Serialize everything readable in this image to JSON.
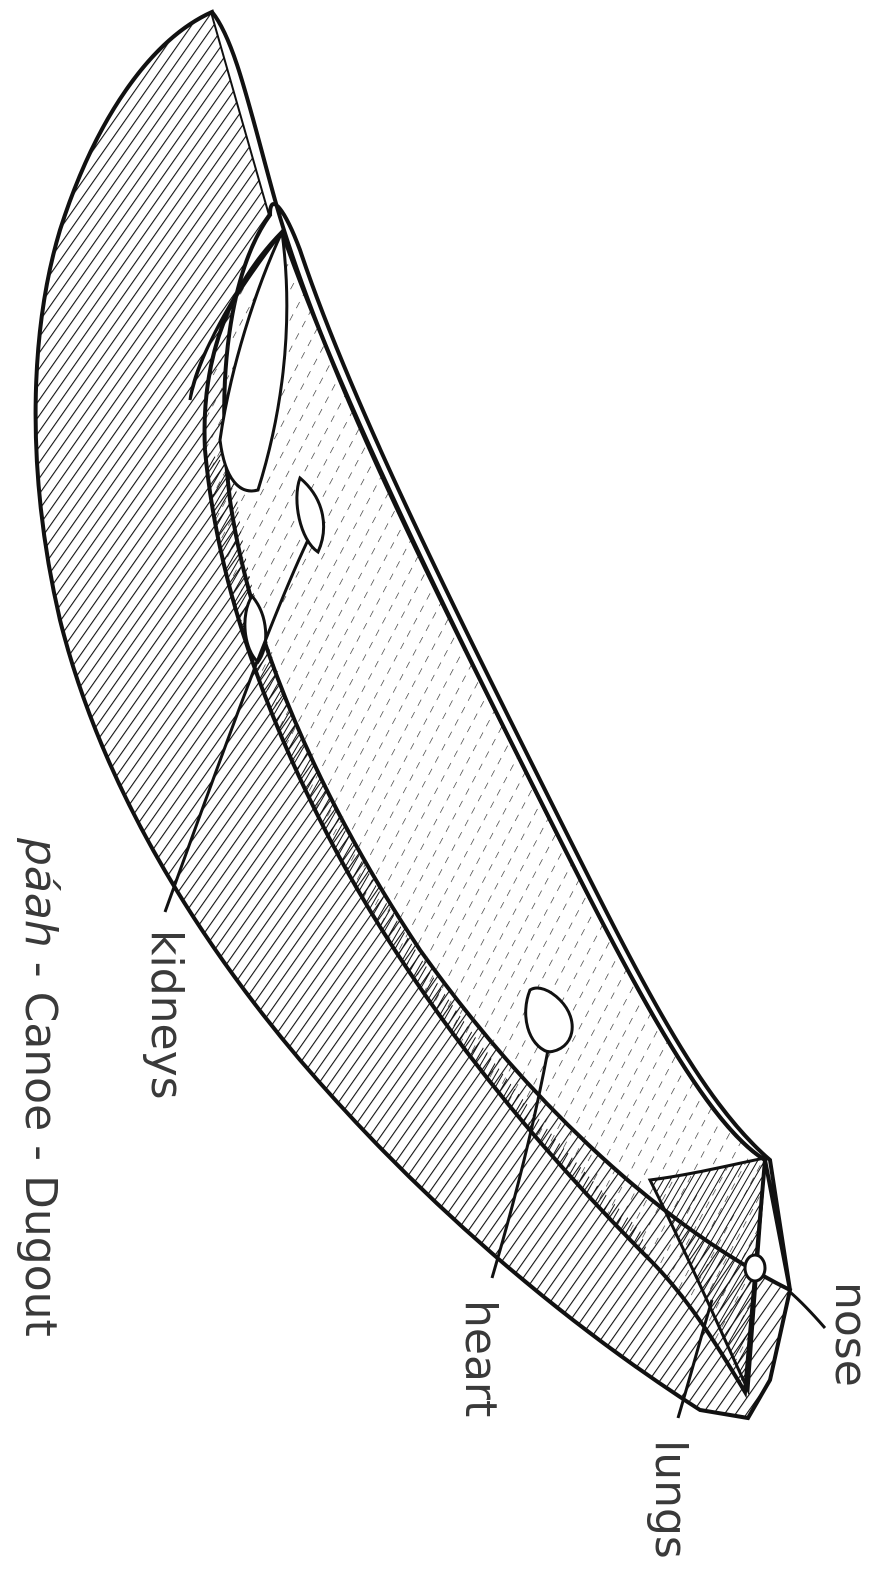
{
  "title": {
    "word": "páah",
    "rest": " - Canoe - Dugout"
  },
  "labels": {
    "kidneys": "kidneys",
    "heart": "heart",
    "lungs": "lungs",
    "nose": "nose"
  },
  "colors": {
    "ink": "#111111",
    "text": "#3a3a3a",
    "background": "#ffffff"
  }
}
